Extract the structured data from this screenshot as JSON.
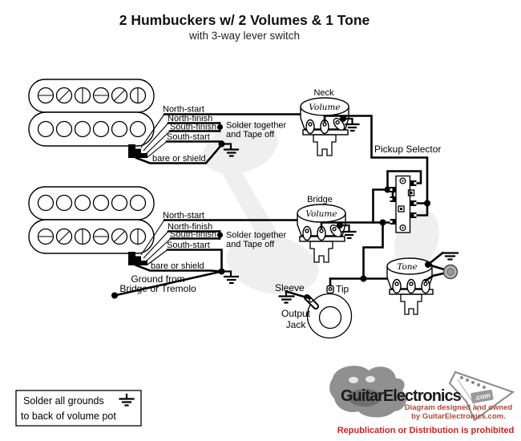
{
  "title": {
    "main": "2 Humbuckers w/ 2 Volumes & 1 Tone",
    "sub": "with 3-way lever switch"
  },
  "wires": {
    "north_start": "North-start",
    "north_finish": "North-finish",
    "south_finish": "South-finish",
    "south_start": "South-start",
    "bare": "bare or shield"
  },
  "notes": {
    "solder1": "Solder together",
    "solder2": "and Tape off",
    "ground1": "Ground from",
    "ground2": "Bridge or Tremolo"
  },
  "pots": {
    "neck_name": "Neck",
    "bridge_name": "Bridge",
    "volume_face": "Volume",
    "tone_face": "Tone"
  },
  "selector_label": "Pickup Selector",
  "jack": {
    "sleeve": "Sleeve",
    "tip": "Tip",
    "output1": "Output",
    "output2": "Jack"
  },
  "footer_box": {
    "line1": "Solder all grounds",
    "line2": "to back of volume pot"
  },
  "logo": {
    "brand": "GuitarElectronics",
    "tld": ".com",
    "owned1": "Diagram designed and owned",
    "owned2": "by GuitarElectronics.com.",
    "prohibited": "Republication or Distribution is prohibited"
  },
  "colors": {
    "red": "#cc2222",
    "maroon": "#b4473a",
    "gray": "#8f8f8f"
  }
}
